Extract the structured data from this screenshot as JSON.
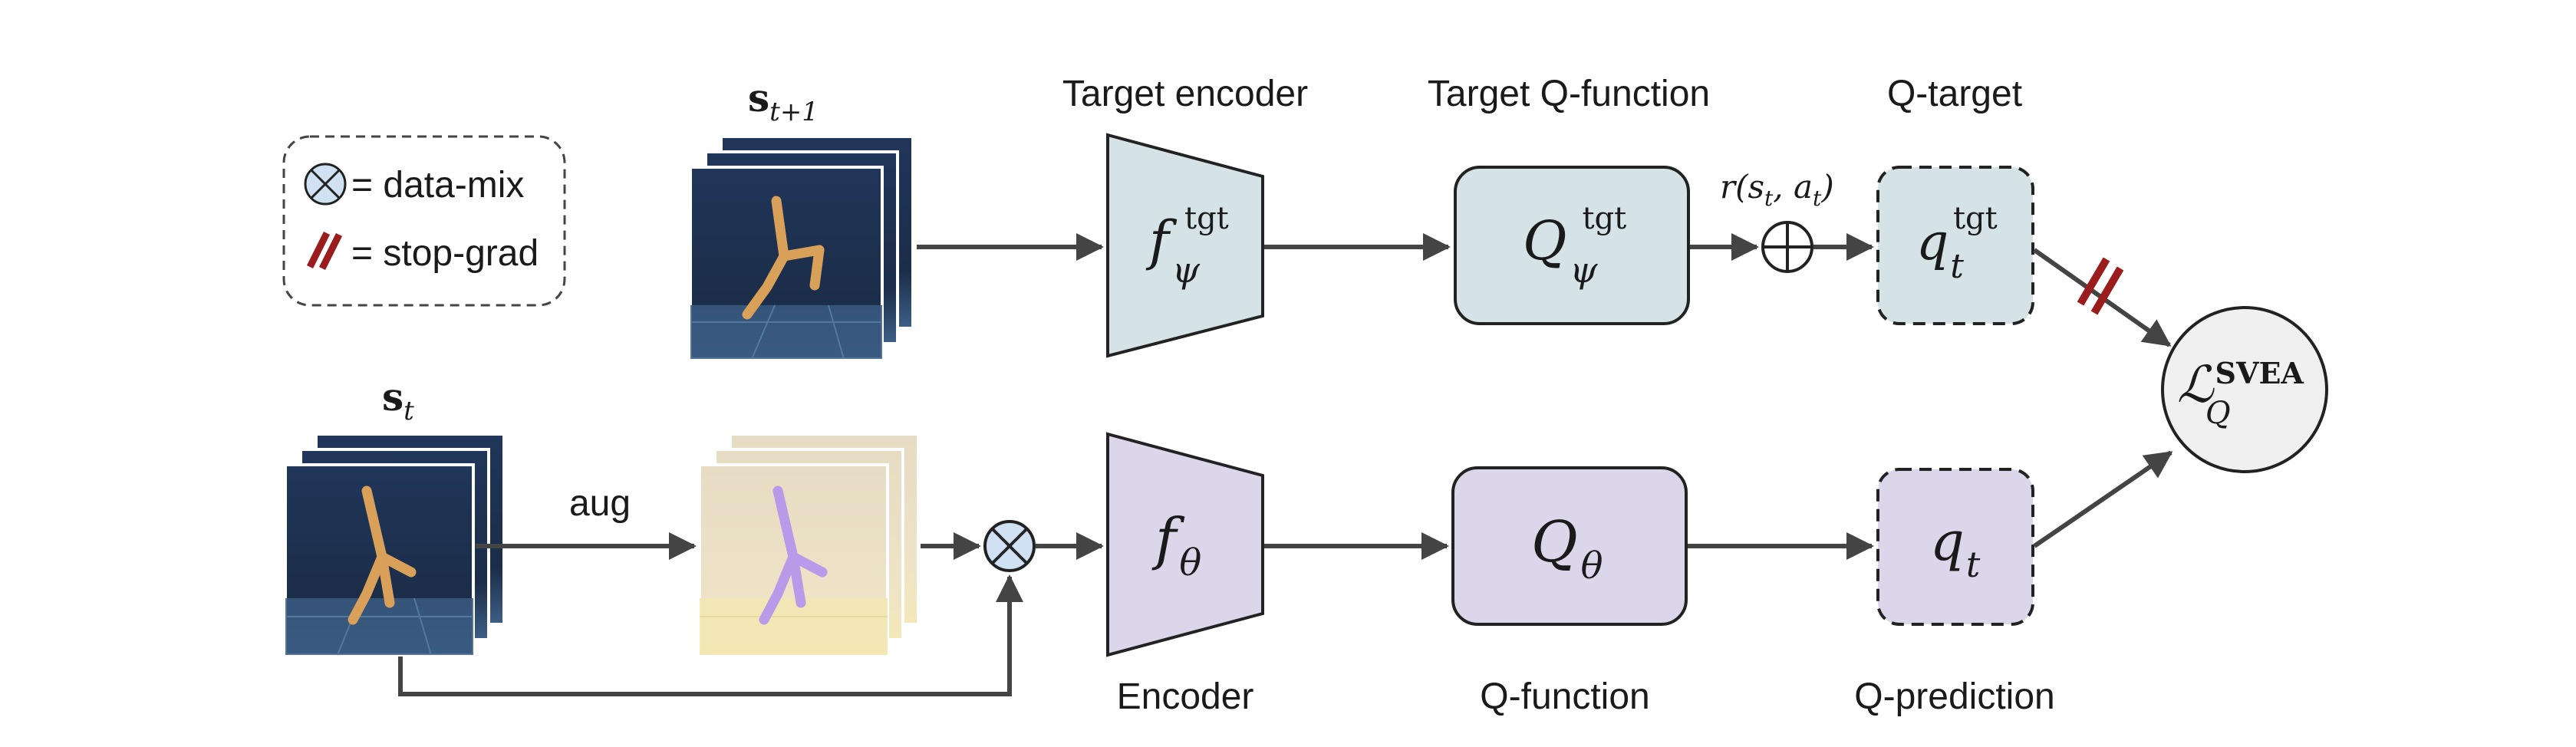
{
  "legend": {
    "data_mix_label": "= data-mix",
    "stop_grad_label": "= stop-grad"
  },
  "labels": {
    "s_next": "s",
    "s_next_sub": "t+1",
    "s_t": "s",
    "s_t_sub": "t",
    "aug": "aug",
    "target_encoder": "Target encoder",
    "target_q_function": "Target Q-function",
    "q_target": "Q-target",
    "encoder": "Encoder",
    "q_function": "Q-function",
    "q_prediction": "Q-prediction",
    "reward": "r(s",
    "reward_sub_t": "t",
    "reward_mid": ", a",
    "reward_sub_t2": "t",
    "reward_end": ")"
  },
  "nodes": {
    "f_psi": "f",
    "f_psi_sub": "ψ",
    "f_psi_sup": "tgt",
    "q_psi": "Q",
    "q_psi_sub": "ψ",
    "q_psi_sup": "tgt",
    "q_t_tgt": "q",
    "q_t_tgt_sub": "t",
    "q_t_tgt_sup": "tgt",
    "f_theta": "f",
    "f_theta_sub": "θ",
    "q_theta": "Q",
    "q_theta_sub": "θ",
    "q_t": "q",
    "q_t_sub": "t",
    "loss": "ℒ",
    "loss_sup": "SVEA",
    "loss_sub": "Q"
  },
  "colors": {
    "target_fill": "#d5e2e6",
    "online_fill": "#dcd6ea",
    "loss_fill": "#f0f0f0",
    "arrow": "#444444",
    "stop_grad": "#9b1c1c",
    "frame_dark": "#1e3350",
    "frame_aug": "#e9dec2",
    "walker": "#d9a05a",
    "walker_aug": "#b89ae8"
  },
  "icons": [
    "data-mix-icon",
    "stop-grad-icon",
    "plus-icon",
    "walker-frame-icon"
  ]
}
